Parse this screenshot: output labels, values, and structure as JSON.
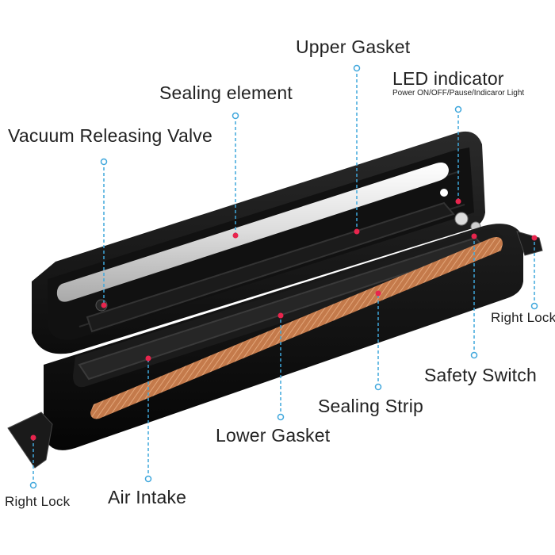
{
  "labels": {
    "upper_gasket": "Upper Gasket",
    "led_indicator": "LED indicator",
    "led_sub": "Power ON/OFF/Pause/Indicaror Light",
    "sealing_element": "Sealing element",
    "vacuum_valve": "Vacuum Releasing Valve",
    "right_lock_right": "Right Lock",
    "safety_switch": "Safety Switch",
    "sealing_strip": "Sealing Strip",
    "lower_gasket": "Lower Gasket",
    "air_intake": "Air Intake",
    "right_lock_left": "Right Lock"
  },
  "colors": {
    "leader_line": "#3fa7dc",
    "marker": "#e8254d",
    "body": "#141414",
    "strip": "#c57a4d",
    "element": "#e3e3e3"
  }
}
